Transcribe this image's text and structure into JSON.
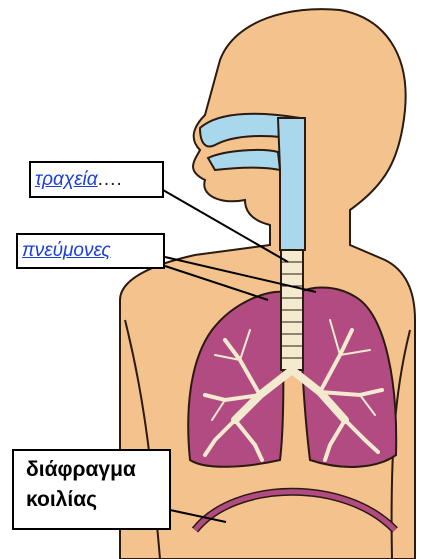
{
  "labels": {
    "trachea": {
      "text": "τραχεία",
      "dots": "...."
    },
    "lungs": {
      "text": "πνεύμονες",
      "dots": ""
    },
    "diaphragm": {
      "line1": "διάφραγμα",
      "line2": "κοιλίας"
    }
  },
  "colors": {
    "skin": "#f4c28d",
    "skin_outline": "#2a1a10",
    "airway": "#a9d8ec",
    "lung": "#b24b82",
    "lung_dark": "#7a1f55",
    "bronchi": "#f3ead0",
    "diaphragm": "#b24b82",
    "label_text": "#1a3fd8"
  }
}
